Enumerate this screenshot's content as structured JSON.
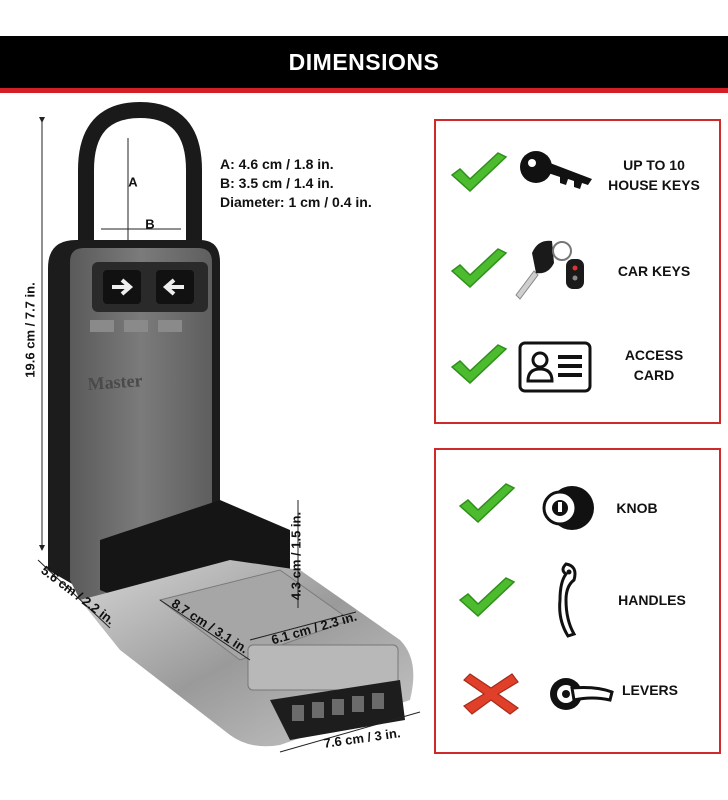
{
  "header": {
    "title": "DIMENSIONS"
  },
  "colors": {
    "header_bg": "#000000",
    "accent_red": "#d21f26",
    "check_green": "#4cbb2e",
    "cross_red": "#e0402a"
  },
  "specs": {
    "shackle_a": "A: 4.6 cm / 1.8 in.",
    "shackle_b": "B: 3.5 cm / 1.4 in.",
    "diameter": "Diameter: 1 cm / 0.4 in."
  },
  "dimensions": {
    "a_label": "A",
    "b_label": "B",
    "height": "19.6 cm / 7.7 in.",
    "depth": "5.6 cm / 2.2 in.",
    "inner_length": "8.7 cm / 3.1 in.",
    "inner_width": "6.1 cm / 2.3 in.",
    "inner_height": "4.3 cm / 1.5 in.",
    "width": "7.6 cm / 3 in."
  },
  "capacity_panel": {
    "items": [
      {
        "label_line1": "UP TO 10",
        "label_line2": "HOUSE KEYS",
        "icon": "house-key-icon",
        "status": "check"
      },
      {
        "label_line1": "CAR KEYS",
        "label_line2": "",
        "icon": "car-key-icon",
        "status": "check"
      },
      {
        "label_line1": "ACCESS",
        "label_line2": "CARD",
        "icon": "access-card-icon",
        "status": "check"
      }
    ]
  },
  "fit_panel": {
    "items": [
      {
        "label_line1": "KNOB",
        "icon": "door-knob-icon",
        "status": "check"
      },
      {
        "label_line1": "HANDLES",
        "icon": "door-handle-icon",
        "status": "check"
      },
      {
        "label_line1": "LEVERS",
        "icon": "door-lever-icon",
        "status": "cross"
      }
    ]
  }
}
